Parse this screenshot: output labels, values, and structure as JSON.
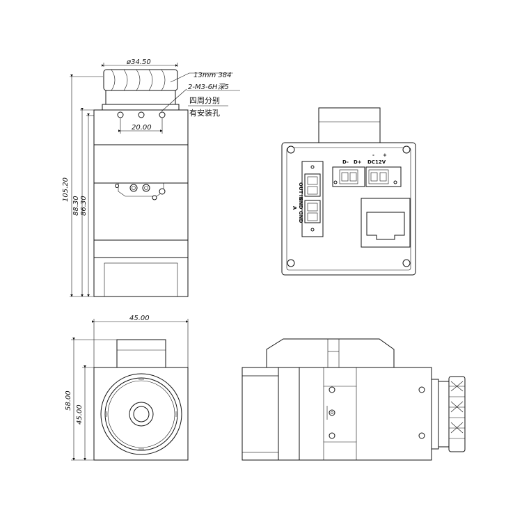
{
  "drawing": {
    "top_view": {
      "dim_diameter": "ø34.50",
      "note_thread": "13mm 384",
      "note_holes": "2-M3-6H深5",
      "note_cn_line1": "四周分别",
      "note_cn_line2": "有安装孔",
      "dim_hole_spacing": "20.00",
      "dim_total_height": "105.20",
      "dim_height_2": "88.30",
      "dim_height_3": "86.30"
    },
    "back_view": {
      "label_d_minus": "D-",
      "label_d_plus": "D+",
      "label_minus": "-",
      "label_plus": "+",
      "label_dc12v": "DC12V",
      "label_in": "IN",
      "label_out": "OUT",
      "label_gnd_1": "GND",
      "label_gnd_2": "GND",
      "label_a": "A"
    },
    "front_view": {
      "dim_width": "45.00",
      "dim_height_total": "58.00",
      "dim_height_body": "45.00"
    }
  }
}
